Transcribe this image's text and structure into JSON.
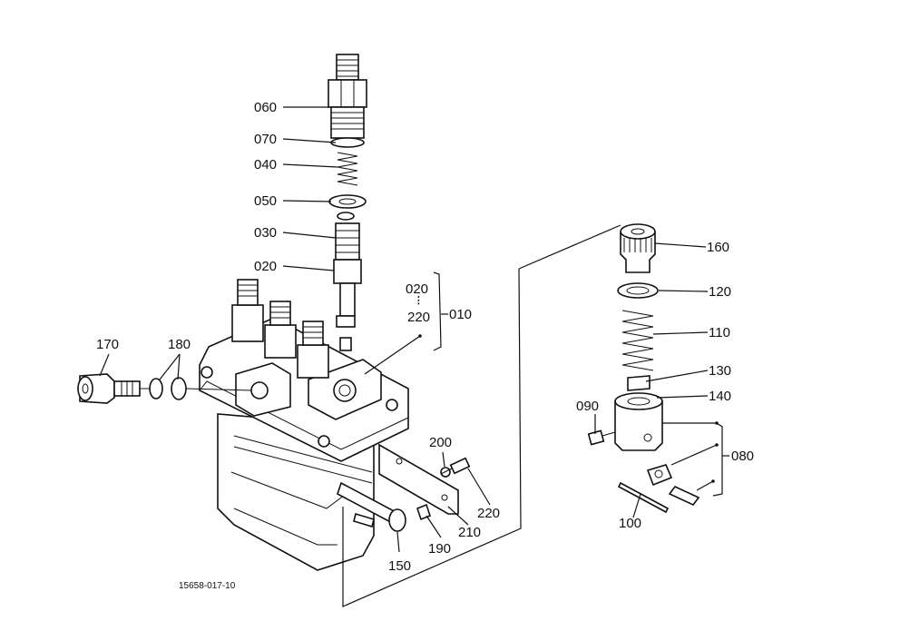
{
  "labels": {
    "l060": "060",
    "l070": "070",
    "l040": "040",
    "l050": "050",
    "l030": "030",
    "l020a": "020",
    "l020b": "020",
    "l220a": "220",
    "l010": "010",
    "l170": "170",
    "l180": "180",
    "l160": "160",
    "l120": "120",
    "l110": "110",
    "l130": "130",
    "l140": "140",
    "l090": "090",
    "l080": "080",
    "l100": "100",
    "l200": "200",
    "l220b": "220",
    "l210": "210",
    "l190": "190",
    "l150": "150"
  },
  "figure_code": "15658-017-10"
}
